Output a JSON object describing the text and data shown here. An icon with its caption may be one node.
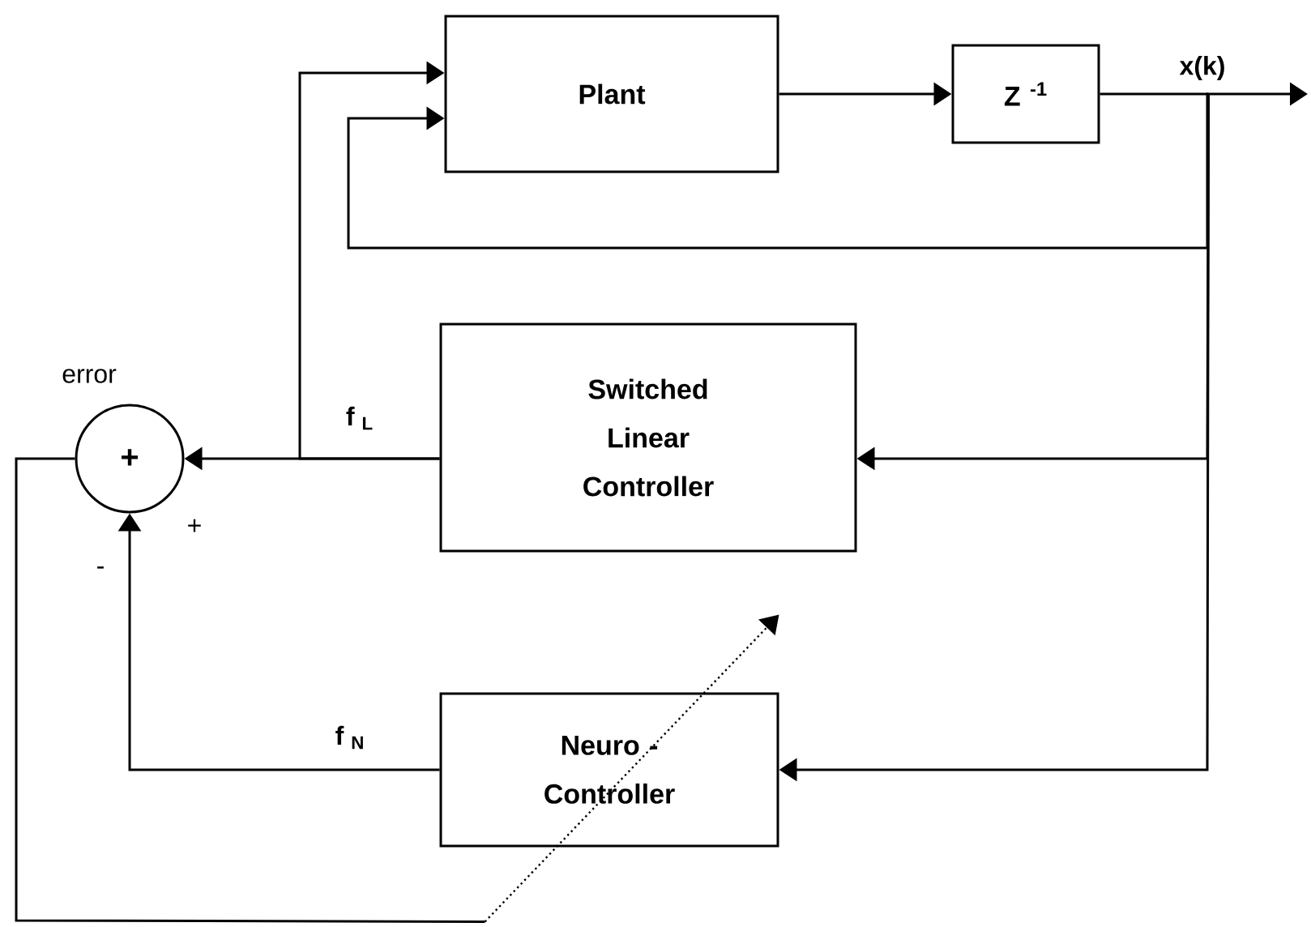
{
  "diagram": {
    "nodes": [
      {
        "text": [
          "Plant"
        ]
      },
      {
        "text": [
          "Z $^{-1}$"
        ]
      },
      {
        "text": [
          "+"
        ]
      },
      {
        "text": [
          "Switched Linear Controller"
        ]
      },
      {
        "text": [
          "Neuro - Controller"
        ]
      }
    ],
    "edges": [
      {
        "from": 0,
        "to": 1,
        "arrow": "to"
      },
      {
        "from": 1,
        "to": null,
        "arrow": "to",
        "label": "x(k)"
      },
      {
        "from": 1,
        "to": 0,
        "arrow": "to"
      },
      {
        "from": 1,
        "to": 3,
        "arrow": "to"
      },
      {
        "from": 1,
        "to": 4,
        "arrow": "to"
      },
      {
        "from": 3,
        "to": 2,
        "arrow": "to",
        "label": "f $_{L}$"
      },
      {
        "from": 3,
        "to": 0,
        "arrow": "to"
      },
      {
        "from": 4,
        "to": 2,
        "arrow": "to",
        "label": "f $_{N}$"
      },
      {
        "from": 2,
        "to": 4,
        "arrow": "to"
      }
    ],
    "labels": [
      "error",
      "+",
      "-"
    ]
  }
}
